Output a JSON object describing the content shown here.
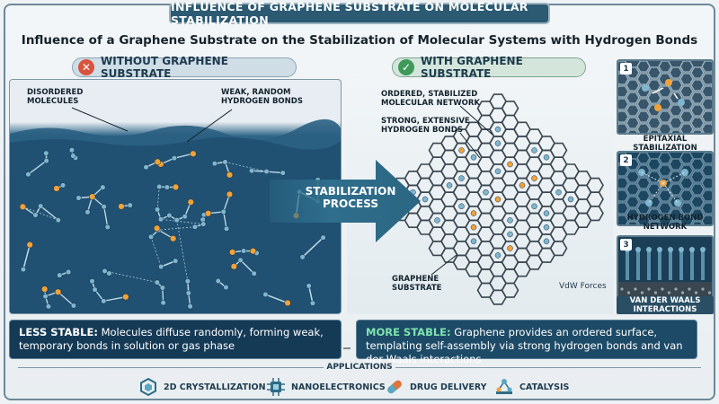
{
  "banner": "INFLUENCE OF GRAPHENE SUBSTRATE ON MOLECULAR STABILIZATION",
  "title": "Influence of a Graphene Substrate on the Stabilization of Molecular Systems with Hydrogen Bonds",
  "left": {
    "header": "WITHOUT GRAPHENE SUBSTRATE",
    "callouts": {
      "disordered": "DISORDERED\nMOLECULES",
      "weak_bonds": "WEAK, RANDOM\nHYDROGEN BONDS"
    },
    "summary_strong": "LESS STABLE:",
    "summary_text": " Molecules diffuse randomly, forming weak, temporary bonds in solution or gas phase"
  },
  "process": "STABILIZATION\nPROCESS",
  "right": {
    "header": "WITH GRAPHENE SUBSTRATE",
    "callouts": {
      "ordered": "ORDERED, STABILIZED\nMOLECULAR NETWORK",
      "strong_bonds": "STRONG, EXTENSIVE\nHYDROGEN BONDS",
      "substrate": "GRAPHENE\nSUBSTRATE"
    },
    "vdw_label": "VdW Forces",
    "summary_strong": "MORE STABLE:",
    "summary_text": " Graphene provides an ordered surface, templating self-assembly via strong hydrogen bonds and van der Waals interactions"
  },
  "side_panels": [
    {
      "number": "1",
      "caption": "EPITAXIAL\nSTABILIZATION"
    },
    {
      "number": "2",
      "caption": "HYDROGEN BOND\nNETWORK"
    },
    {
      "number": "3",
      "caption": "VAN DER WAALS\nINTERACTIONS"
    }
  ],
  "applications": {
    "title": "APPLICATIONS",
    "items": [
      {
        "label": "2D CRYSTALLIZATION",
        "icon": "crystal-icon"
      },
      {
        "label": "NANOELECTRONICS",
        "icon": "chip-icon"
      },
      {
        "label": "DRUG DELIVERY",
        "icon": "capsule-icon"
      },
      {
        "label": "CATALYSIS",
        "icon": "catalyst-icon"
      }
    ]
  },
  "colors": {
    "banner": "#2b5a72",
    "water": "#1f4e70",
    "atom_blue": "#7fb6cf",
    "atom_orange": "#f0a23a",
    "graphene": "#3a4650",
    "accent_green": "#3f9a5a",
    "accent_red": "#d9543f"
  }
}
